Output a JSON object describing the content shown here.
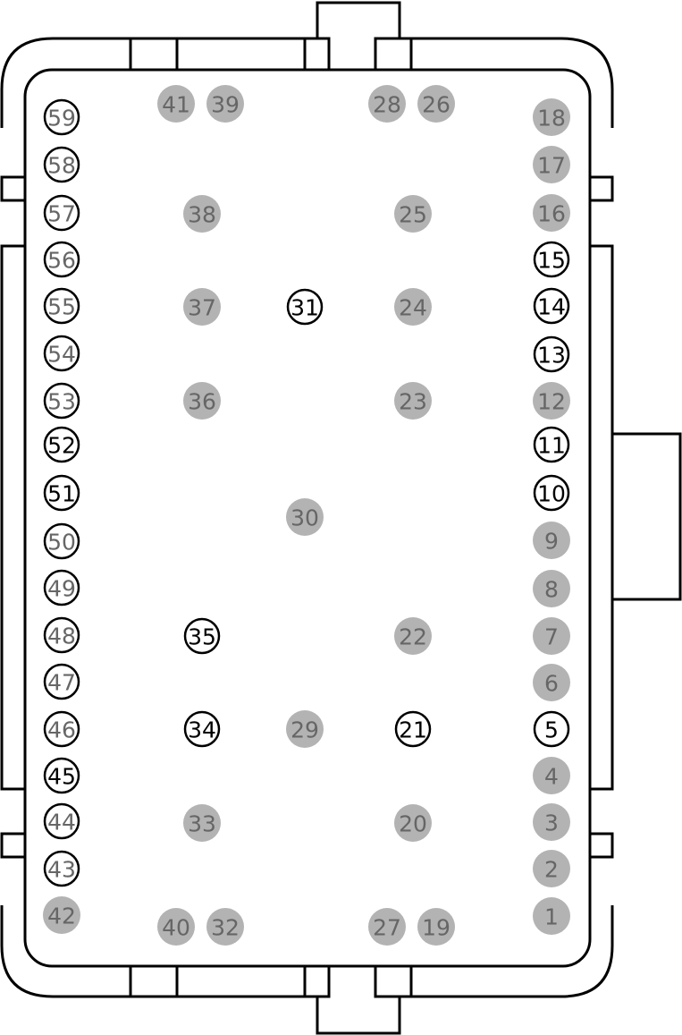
{
  "colors": {
    "stroke": "#000000",
    "background": "#ffffff",
    "filled_pin": "#b3b3b3",
    "filled_text": "#666666",
    "outlined_text_black": "#000000",
    "outlined_text_gray": "#666666"
  },
  "pins": [
    {
      "id": "1",
      "style": "filled"
    },
    {
      "id": "2",
      "style": "filled"
    },
    {
      "id": "3",
      "style": "filled"
    },
    {
      "id": "4",
      "style": "filled"
    },
    {
      "id": "5",
      "style": "outlined-black"
    },
    {
      "id": "6",
      "style": "filled"
    },
    {
      "id": "7",
      "style": "filled"
    },
    {
      "id": "8",
      "style": "filled"
    },
    {
      "id": "9",
      "style": "filled"
    },
    {
      "id": "10",
      "style": "outlined-black"
    },
    {
      "id": "11",
      "style": "outlined-black"
    },
    {
      "id": "12",
      "style": "filled"
    },
    {
      "id": "13",
      "style": "outlined-black"
    },
    {
      "id": "14",
      "style": "outlined-black"
    },
    {
      "id": "15",
      "style": "outlined-black"
    },
    {
      "id": "16",
      "style": "filled"
    },
    {
      "id": "17",
      "style": "filled"
    },
    {
      "id": "18",
      "style": "filled"
    },
    {
      "id": "19",
      "style": "filled"
    },
    {
      "id": "20",
      "style": "filled"
    },
    {
      "id": "21",
      "style": "outlined-black"
    },
    {
      "id": "22",
      "style": "filled"
    },
    {
      "id": "23",
      "style": "filled"
    },
    {
      "id": "24",
      "style": "filled"
    },
    {
      "id": "25",
      "style": "filled"
    },
    {
      "id": "26",
      "style": "filled"
    },
    {
      "id": "27",
      "style": "filled"
    },
    {
      "id": "28",
      "style": "filled"
    },
    {
      "id": "29",
      "style": "filled"
    },
    {
      "id": "30",
      "style": "filled"
    },
    {
      "id": "31",
      "style": "outlined-black"
    },
    {
      "id": "32",
      "style": "filled"
    },
    {
      "id": "33",
      "style": "filled"
    },
    {
      "id": "34",
      "style": "outlined-black"
    },
    {
      "id": "35",
      "style": "outlined-black"
    },
    {
      "id": "36",
      "style": "filled"
    },
    {
      "id": "37",
      "style": "filled"
    },
    {
      "id": "38",
      "style": "filled"
    },
    {
      "id": "39",
      "style": "filled"
    },
    {
      "id": "40",
      "style": "filled"
    },
    {
      "id": "41",
      "style": "filled"
    },
    {
      "id": "42",
      "style": "filled"
    },
    {
      "id": "43",
      "style": "outlined-gray"
    },
    {
      "id": "44",
      "style": "outlined-gray"
    },
    {
      "id": "45",
      "style": "outlined-black"
    },
    {
      "id": "46",
      "style": "outlined-gray"
    },
    {
      "id": "47",
      "style": "outlined-gray"
    },
    {
      "id": "48",
      "style": "outlined-gray"
    },
    {
      "id": "49",
      "style": "outlined-gray"
    },
    {
      "id": "50",
      "style": "outlined-gray"
    },
    {
      "id": "51",
      "style": "outlined-black"
    },
    {
      "id": "52",
      "style": "outlined-black"
    },
    {
      "id": "53",
      "style": "outlined-gray"
    },
    {
      "id": "54",
      "style": "outlined-gray"
    },
    {
      "id": "55",
      "style": "outlined-gray"
    },
    {
      "id": "56",
      "style": "outlined-gray"
    },
    {
      "id": "57",
      "style": "outlined-gray"
    },
    {
      "id": "58",
      "style": "outlined-gray"
    },
    {
      "id": "59",
      "style": "outlined-gray"
    }
  ]
}
